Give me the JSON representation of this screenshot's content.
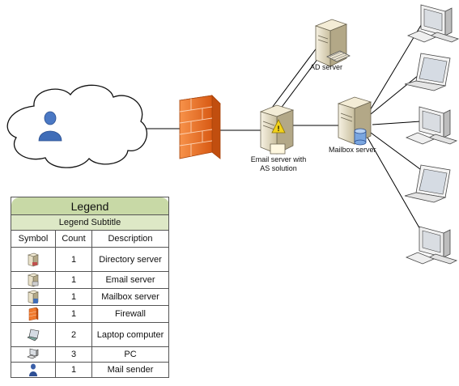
{
  "labels": {
    "ad_server": "AD server",
    "email_server": "Email server with AS solution",
    "email_server_line1": "Email server with",
    "email_server_line2": "AS solution",
    "mailbox_server": "Mailbox server"
  },
  "legend": {
    "title": "Legend",
    "subtitle": "Legend Subtitle",
    "headers": [
      "Symbol",
      "Count",
      "Description"
    ],
    "rows": [
      {
        "icon": "directory-server-icon",
        "count": "1",
        "description": "Directory server"
      },
      {
        "icon": "email-server-icon",
        "count": "1",
        "description": "Email server"
      },
      {
        "icon": "mailbox-server-icon",
        "count": "1",
        "description": "Mailbox server"
      },
      {
        "icon": "firewall-icon",
        "count": "1",
        "description": "Firewall"
      },
      {
        "icon": "laptop-icon",
        "count": "2",
        "description": "Laptop computer"
      },
      {
        "icon": "pc-icon",
        "count": "3",
        "description": "PC"
      },
      {
        "icon": "mail-sender-icon",
        "count": "1",
        "description": "Mail sender"
      }
    ]
  },
  "colors": {
    "firewall": "#f07a2e",
    "server_body": "#e9e1c9",
    "user": "#4a78c4",
    "legend_title_bg": "#c8d9a6",
    "legend_subtitle_bg": "#dde8c6",
    "warning": "#f2d21b"
  }
}
